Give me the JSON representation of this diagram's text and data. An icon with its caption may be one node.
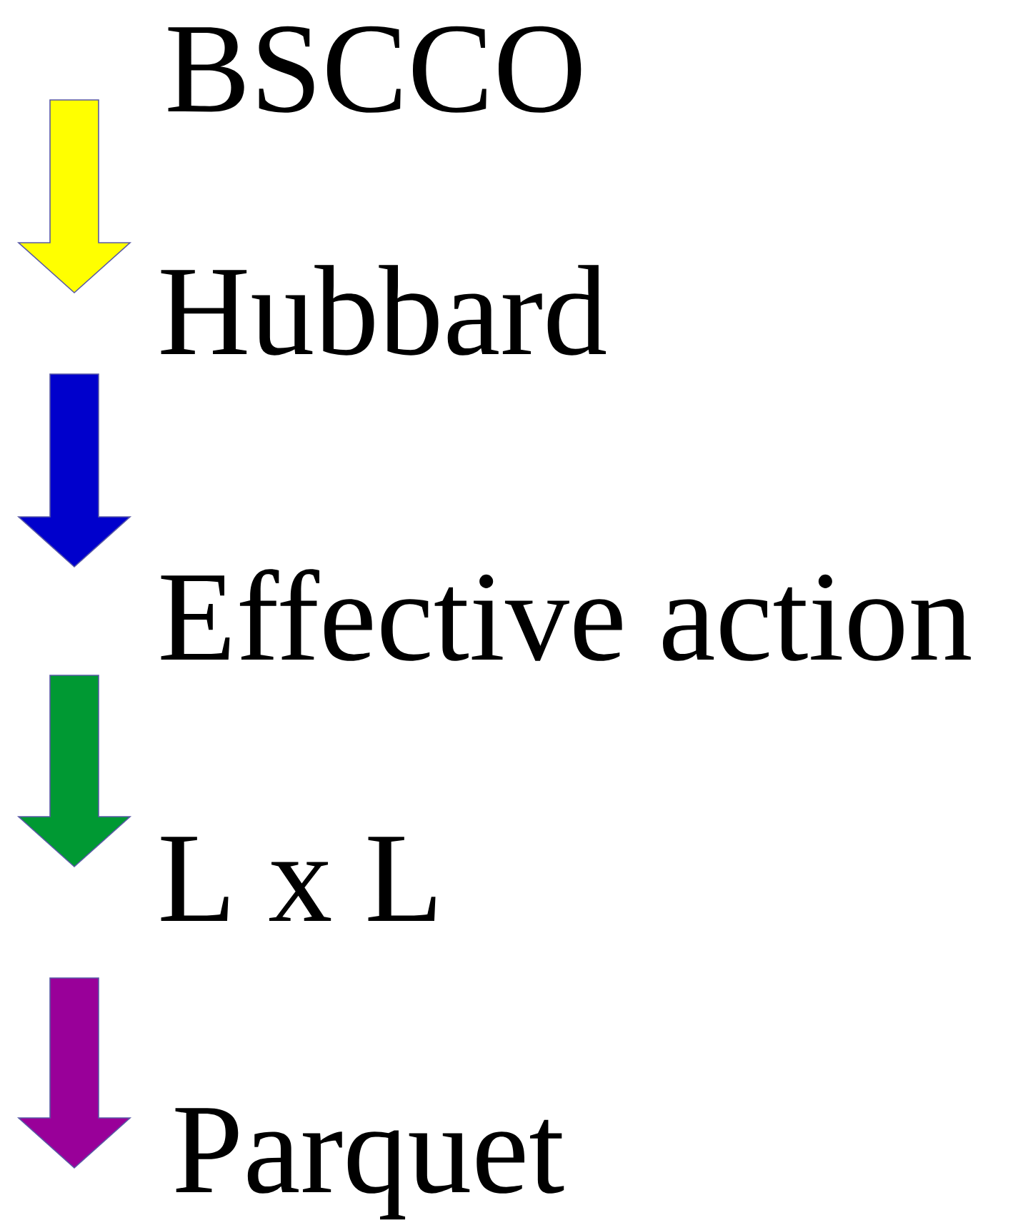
{
  "diagram": {
    "nodes": [
      {
        "text": [
          "BSCCO"
        ]
      },
      {
        "text": [
          "Hubbard"
        ]
      },
      {
        "text": [
          "Effective action"
        ]
      },
      {
        "text": [
          "L x L"
        ]
      },
      {
        "text": [
          "Parquet"
        ]
      }
    ],
    "edges": [
      {
        "from": 0,
        "to": 1,
        "arrow": "to",
        "color": "#ffff00"
      },
      {
        "from": 1,
        "to": 2,
        "arrow": "to",
        "color": "#0000cc"
      },
      {
        "from": 2,
        "to": 3,
        "arrow": "to",
        "color": "#009933"
      },
      {
        "from": 3,
        "to": 4,
        "arrow": "to",
        "color": "#990099"
      }
    ]
  }
}
